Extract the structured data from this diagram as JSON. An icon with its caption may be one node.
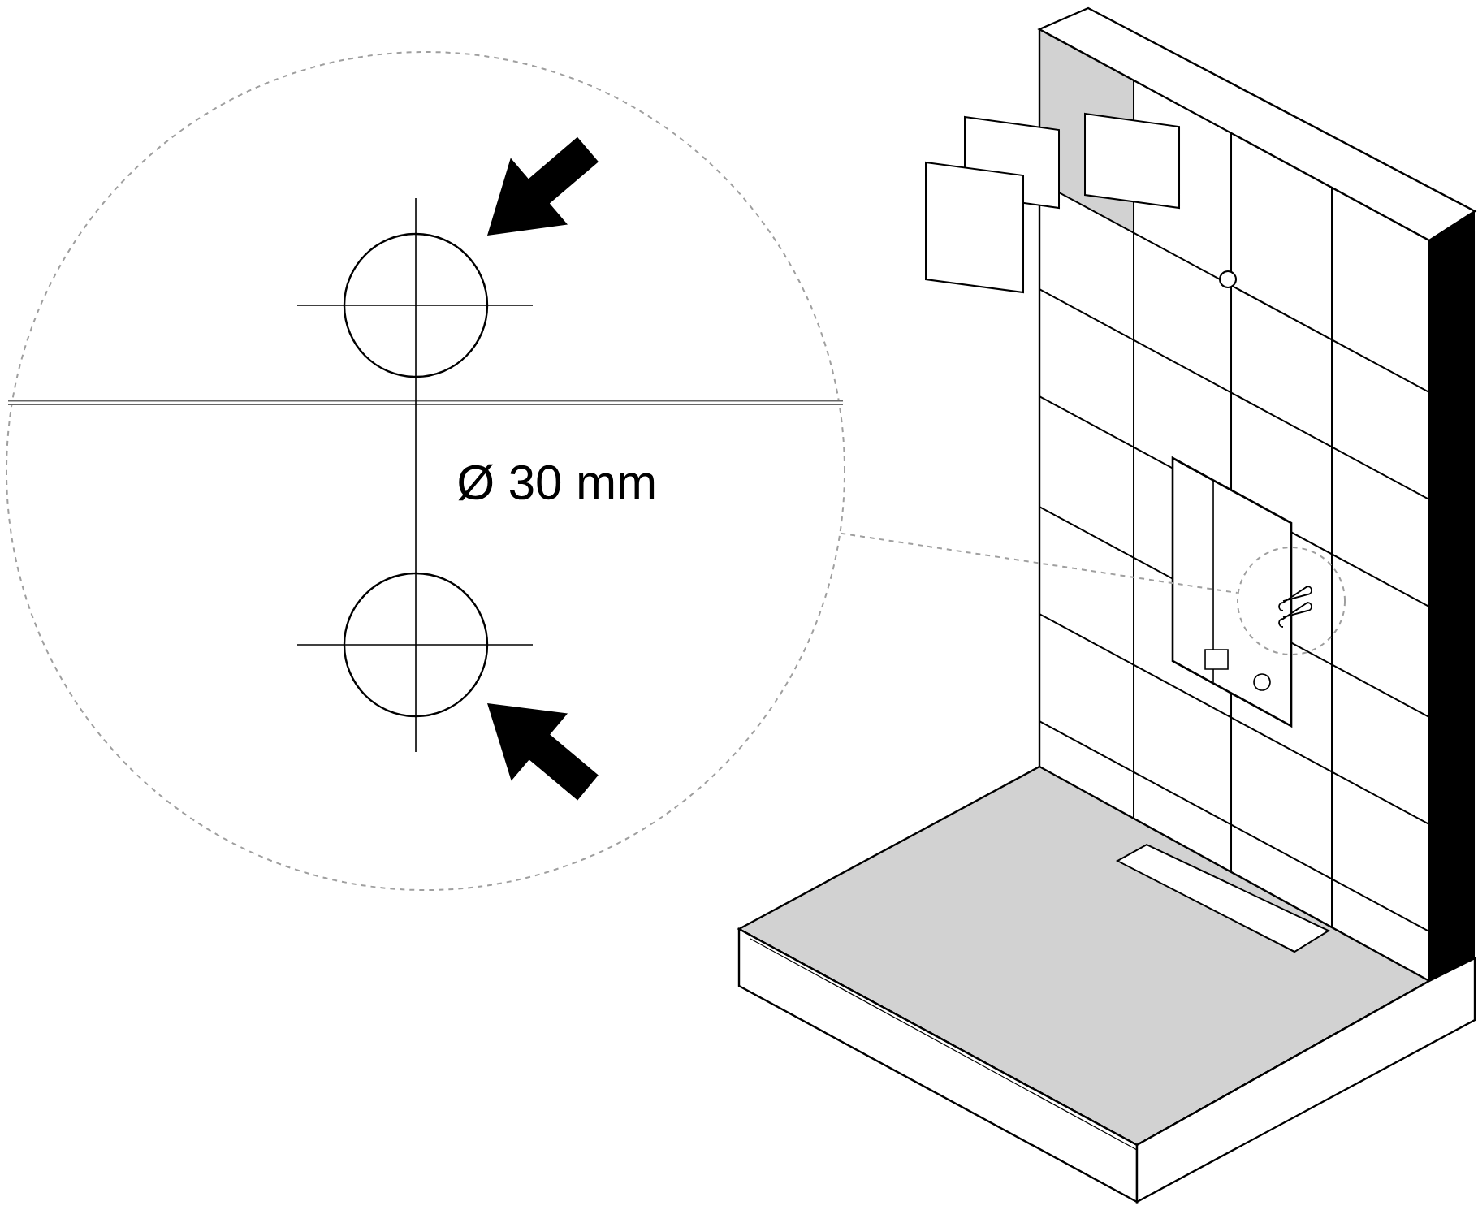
{
  "diagram": {
    "nodes": [
      {
        "text": [],
        "shape": "circle"
      },
      {
        "text": [],
        "shape": "circle"
      }
    ],
    "edges": [
      {
        "from": 0,
        "to": 1,
        "arrow": "none",
        "style": "dashed"
      }
    ],
    "labels": [
      "Ø 30 mm"
    ]
  }
}
